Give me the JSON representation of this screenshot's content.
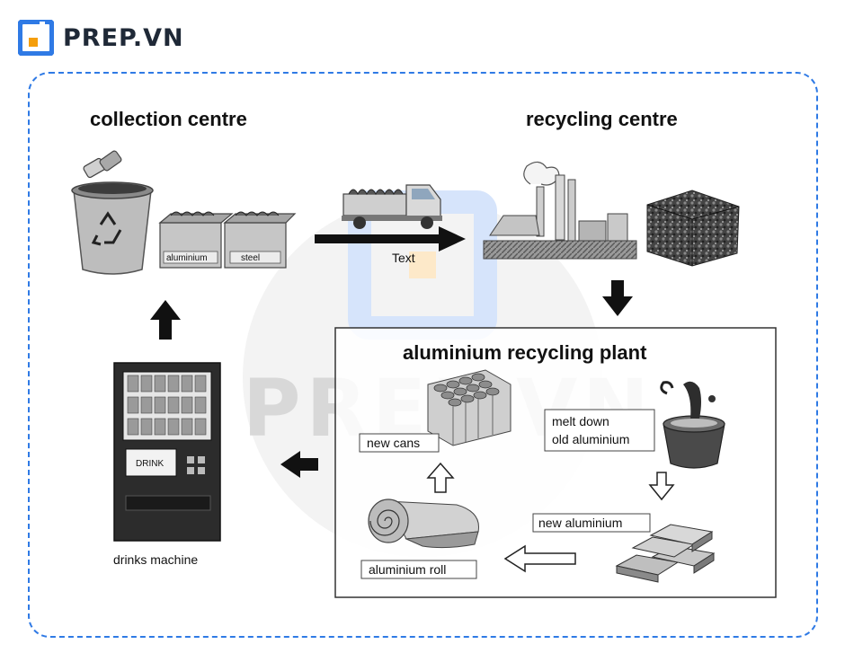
{
  "brand": {
    "name": "PREP.VN",
    "color": "#2f7ae5",
    "accent": "#f59e0b"
  },
  "watermark": {
    "text": "PREP.VN"
  },
  "diagram": {
    "labels": {
      "collection_centre": "collection centre",
      "recycling_centre": "recycling centre",
      "transport": "Text",
      "box_aluminium": "aluminium",
      "box_steel": "steel",
      "plant_title": "aluminium recycling plant",
      "melt_line1": "melt down",
      "melt_line2": "old aluminium",
      "new_aluminium": "new aluminium",
      "aluminium_roll": "aluminium roll",
      "new_cans": "new cans",
      "machine_sign": "DRINK",
      "drinks_machine": "drinks machine"
    },
    "icons": [
      "recycling-bin-icon",
      "truck-icon",
      "factory-icon",
      "crushed-bale-icon",
      "molten-pot-icon",
      "ingots-icon",
      "roll-icon",
      "cans-icon",
      "vending-machine-icon"
    ]
  }
}
